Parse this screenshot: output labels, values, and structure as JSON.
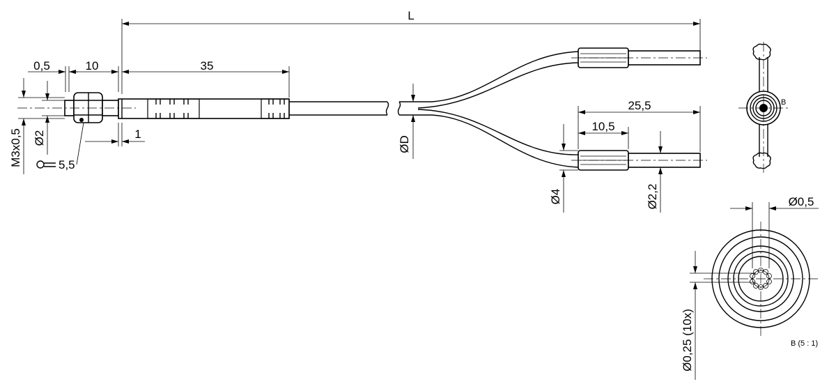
{
  "dimensions": {
    "length_total": "L",
    "thread_step": "0,5",
    "thread_length": "10",
    "housing_length": "35",
    "gap": "1",
    "thread_spec": "M3x0,5",
    "tip_diameter": "Ø2",
    "wrench_size": "5,5",
    "cable_diameter": "ØD",
    "end_length": "25,5",
    "sleeve_length": "10,5",
    "sleeve_diameter": "Ø4",
    "end_diameter": "Ø2,2",
    "fiber_diameter": "Ø0,5",
    "core_diameter": "Ø0,25 (10x)"
  },
  "detail": {
    "marker": "B",
    "caption": "B (5 : 1)"
  }
}
